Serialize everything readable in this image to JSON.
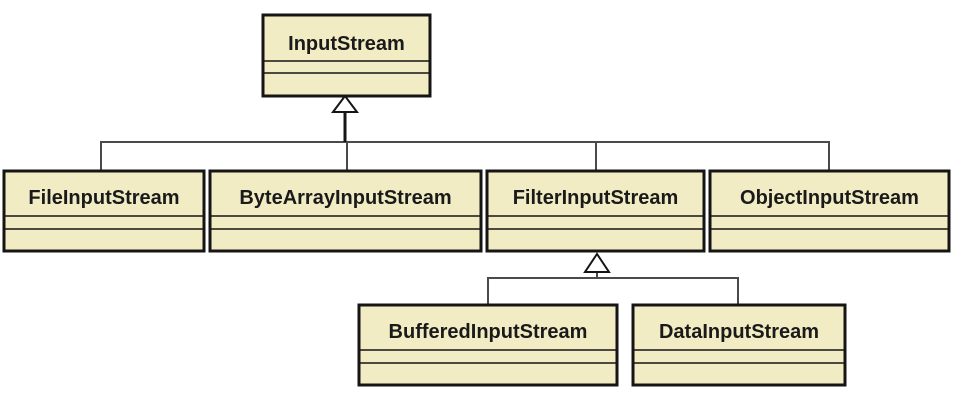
{
  "classes": {
    "input_stream": "InputStream",
    "file_input_stream": "FileInputStream",
    "byte_array_input_stream": "ByteArrayInputStream",
    "filter_input_stream": "FilterInputStream",
    "object_input_stream": "ObjectInputStream",
    "buffered_input_stream": "BufferedInputStream",
    "data_input_stream": "DataInputStream"
  },
  "relations": [
    {
      "type": "generalization",
      "child": "file_input_stream",
      "parent": "input_stream"
    },
    {
      "type": "generalization",
      "child": "byte_array_input_stream",
      "parent": "input_stream"
    },
    {
      "type": "generalization",
      "child": "filter_input_stream",
      "parent": "input_stream"
    },
    {
      "type": "generalization",
      "child": "object_input_stream",
      "parent": "input_stream"
    },
    {
      "type": "generalization",
      "child": "buffered_input_stream",
      "parent": "filter_input_stream"
    },
    {
      "type": "generalization",
      "child": "data_input_stream",
      "parent": "filter_input_stream"
    }
  ],
  "colors": {
    "class_fill": "#f2ecc4",
    "class_border": "#151515",
    "connector": "#4a4a4a"
  }
}
